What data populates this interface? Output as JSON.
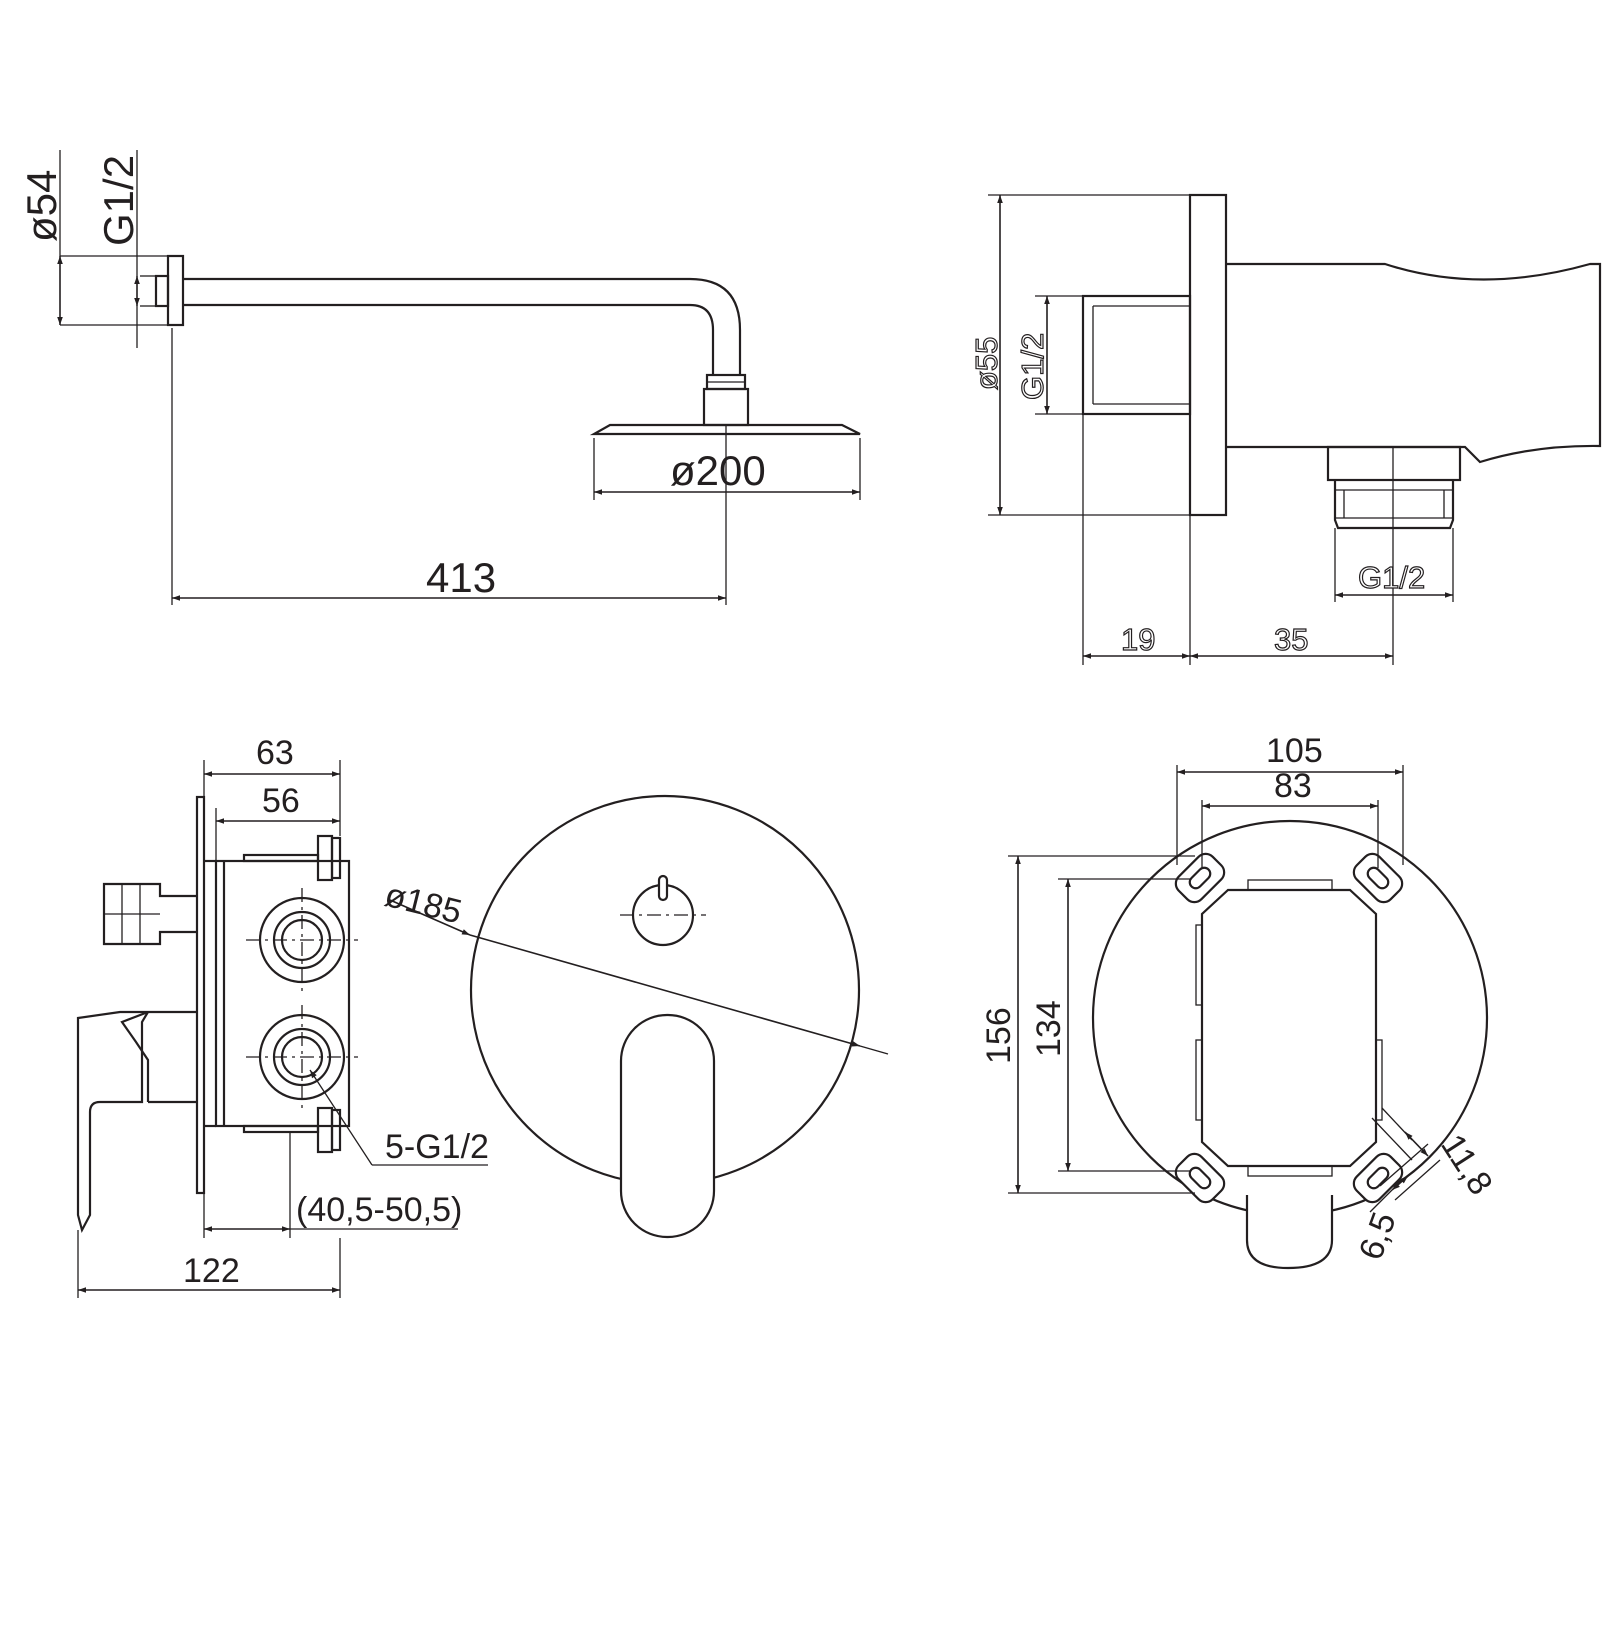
{
  "views": {
    "shower_arm": {
      "dim_diameter_flange": "ø54",
      "dim_thread": "G1/2",
      "dim_head_diameter": "ø200",
      "dim_length": "413"
    },
    "wall_outlet": {
      "dim_diameter": "ø55",
      "dim_thread_inlet": "G1/2",
      "dim_thread_outlet": "G1/2",
      "dim_depth_a": "19",
      "dim_depth_b": "35"
    },
    "mixer_side": {
      "dim_63": "63",
      "dim_56": "56",
      "dim_ports": "5-G1/2",
      "dim_range": "(40,5-50,5)",
      "dim_122": "122"
    },
    "mixer_front": {
      "dim_plate_diameter": "ø185"
    },
    "mounting_box": {
      "dim_105": "105",
      "dim_83": "83",
      "dim_156": "156",
      "dim_134": "134",
      "dim_slot_length": "11,8",
      "dim_slot_width": "6,5"
    }
  }
}
